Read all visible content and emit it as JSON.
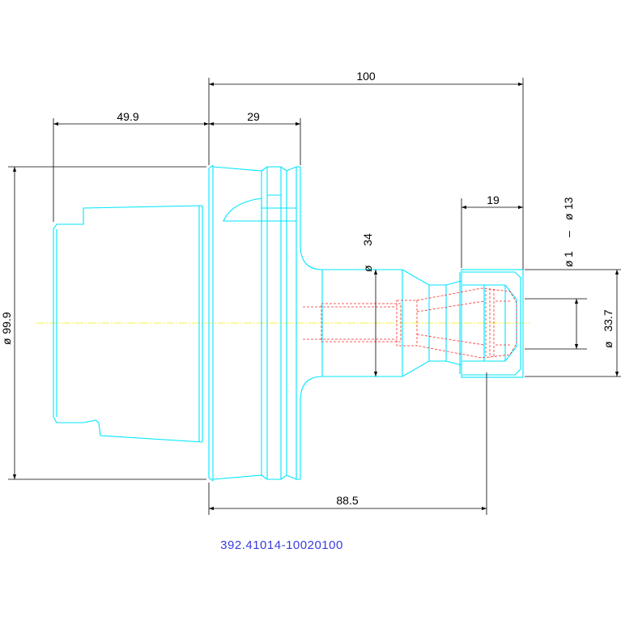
{
  "drawing": {
    "part_number": "392.41014-10020100",
    "dimensions": {
      "overall_length": "100",
      "flange_offset": "49.9",
      "flange_width": "29",
      "nose_length": "19",
      "projection": "88.5",
      "diameter_symbol": "ø",
      "flange_diameter": "99.9",
      "body_diameter": "34",
      "nut_diameter": "33.7",
      "clamp_range_min": "1",
      "clamp_range_sep": "–",
      "clamp_range_max": "13"
    },
    "colors": {
      "outline": "#00e5ff",
      "dimension": "#000000",
      "hidden": "#ff2a2a",
      "centerline": "#f2f200",
      "part_number": "#3a3adf"
    }
  }
}
